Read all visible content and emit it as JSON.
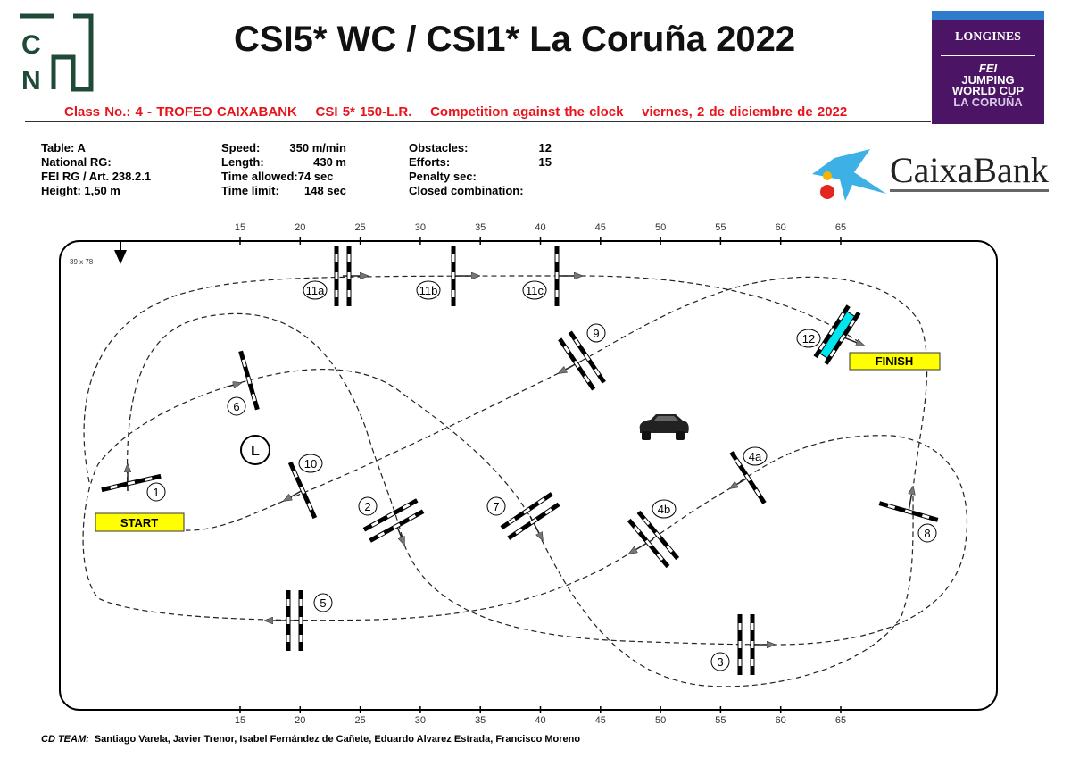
{
  "header": {
    "title": "CSI5* WC / CSI1* La Coruña 2022",
    "subtitle": "Class No.: 4 - TROFEO CAIXABANK    CSI 5* 150-L.R.    Competition against the clock    viernes, 2 de diciembre de 2022",
    "logo_left": "CN",
    "logo_longines": {
      "brand": "LONGINES",
      "fei": "FEI",
      "line1": "JUMPING",
      "line2": "WORLD CUP",
      "line3": "LA CORUÑA"
    },
    "logo_sponsor": "CaixaBank"
  },
  "info": {
    "col1": [
      "Table: A",
      "National RG:",
      "FEI RG / Art. 238.2.1",
      "Height: 1,50 m"
    ],
    "col2": [
      {
        "label": "Speed:",
        "value": "350 m/min"
      },
      {
        "label": "Length:",
        "value": "430 m"
      },
      {
        "label": "Time allowed:",
        "value": "74 sec"
      },
      {
        "label": "Time limit:",
        "value": "148 sec"
      }
    ],
    "col3": [
      {
        "label": "Obstacles:",
        "value": "12"
      },
      {
        "label": "Efforts:",
        "value": "15"
      },
      {
        "label": "Penalty sec:",
        "value": ""
      },
      {
        "label": "Closed combination:",
        "value": ""
      }
    ]
  },
  "arena": {
    "size_label": "39 x 78",
    "ruler_ticks": [
      "15",
      "20",
      "25",
      "30",
      "35",
      "40",
      "45",
      "50",
      "55",
      "60",
      "65"
    ],
    "start_label": "START",
    "finish_label": "FINISH",
    "liverpool_label": "L",
    "fences": [
      "1",
      "2",
      "3",
      "4a",
      "4b",
      "5",
      "6",
      "7",
      "8",
      "9",
      "10",
      "11a",
      "11b",
      "11c",
      "12"
    ],
    "colors": {
      "start_finish": "#ffff00",
      "fence_12": "#00e5ee"
    }
  },
  "footer": {
    "team_label": "CD TEAM:",
    "team_members": "Santiago Varela,  Javier Trenor, Isabel Fernández de Cañete,  Eduardo Alvarez Estrada, Francisco  Moreno"
  }
}
